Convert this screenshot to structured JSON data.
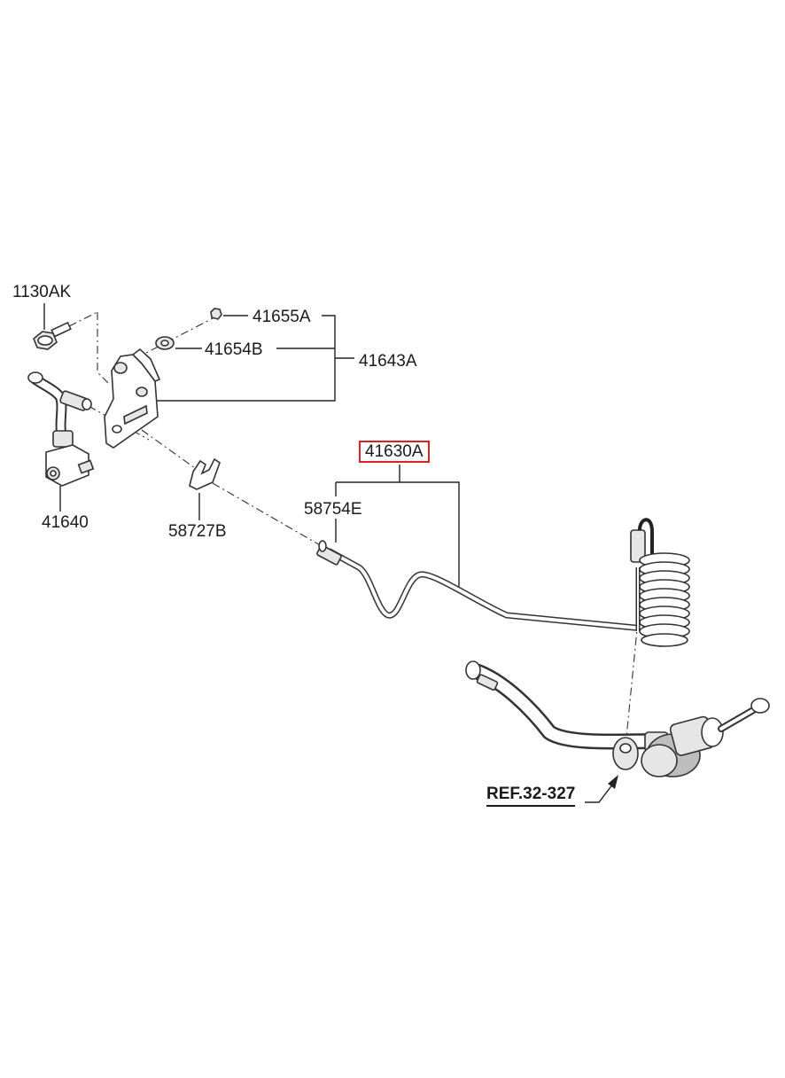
{
  "parts": {
    "p1130AK": "1130AK",
    "p41655A": "41655A",
    "p41654B": "41654B",
    "p41643A": "41643A",
    "p41640": "41640",
    "p58727B": "58727B",
    "p41630A": "41630A",
    "p58754E": "58754E"
  },
  "reference": "REF.32-327",
  "colors": {
    "highlight_box": "#e02020",
    "line_art": "#333333"
  }
}
